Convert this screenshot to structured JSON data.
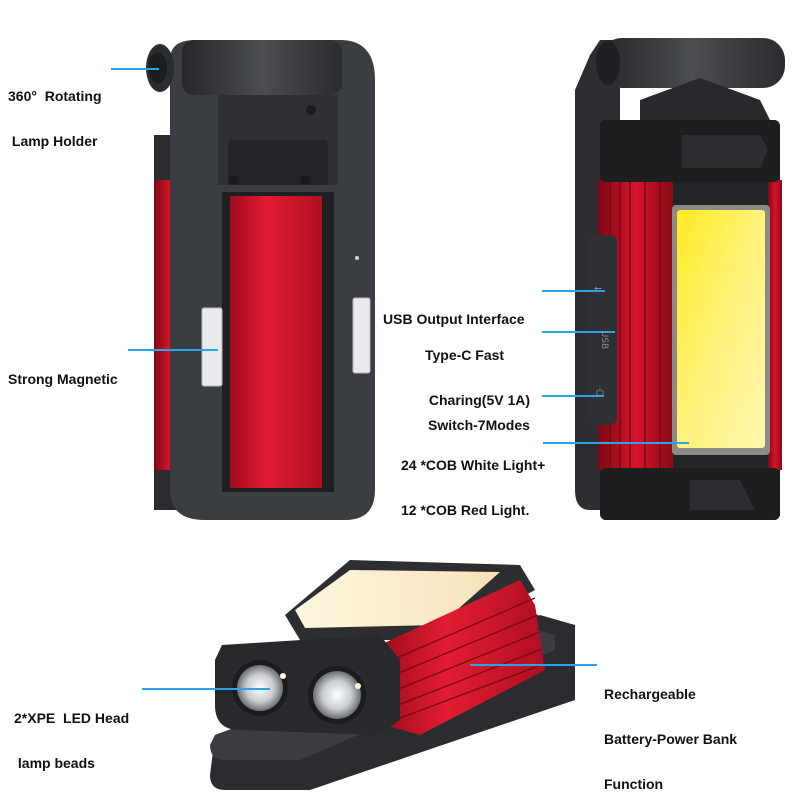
{
  "colors": {
    "leader_line": "#2aa3e8",
    "body_dark": "#2b2d30",
    "body_mid": "#44474b",
    "accent_red": "#d5142a",
    "cob_yellow": "#fff07a",
    "text": "#111111"
  },
  "products": [
    {
      "view": "back",
      "description": "Work light, back view with magnetic stand"
    },
    {
      "view": "side",
      "description": "Work light, side view with COB panel and side ports"
    },
    {
      "view": "front",
      "description": "Work light lying flat with dual LED head"
    }
  ],
  "callouts": [
    {
      "id": "rotating-holder",
      "lines": [
        "360°  Rotating",
        " Lamp Holder"
      ]
    },
    {
      "id": "magnetic",
      "lines": [
        "Strong Magnetic"
      ]
    },
    {
      "id": "usb-output",
      "lines": [
        "USB Output Interface"
      ]
    },
    {
      "id": "type-c",
      "lines": [
        "Type-C Fast",
        " Charing(5V 1A)"
      ]
    },
    {
      "id": "switch",
      "lines": [
        "Switch-7Modes"
      ]
    },
    {
      "id": "cob",
      "lines": [
        "24 *COB White Light+",
        "12 *COB Red Light."
      ]
    },
    {
      "id": "xpe",
      "lines": [
        "2*XPE  LED Head",
        " lamp beads"
      ]
    },
    {
      "id": "battery",
      "lines": [
        "Rechargeable",
        "Battery-Power Bank",
        "Function"
      ]
    }
  ],
  "port_markings": {
    "usb_symbol": "⭠",
    "usb_text": "USB",
    "power_symbol": "⏻"
  }
}
